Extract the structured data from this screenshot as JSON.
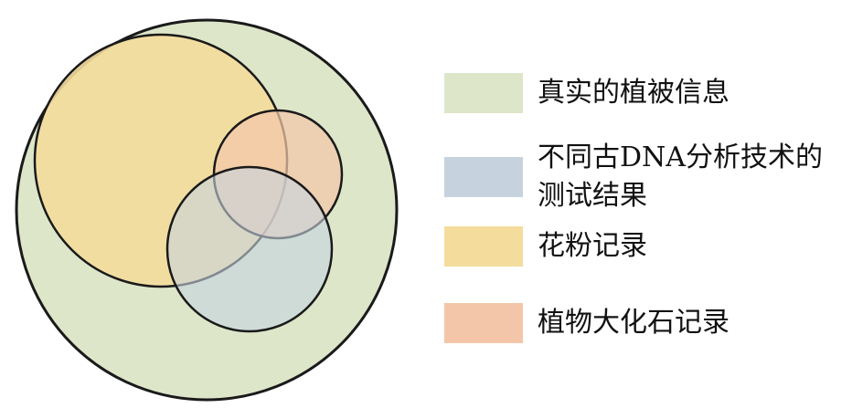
{
  "diagram": {
    "type": "venn",
    "sets": [
      {
        "label": "真实的植被信息",
        "color": "#dde6c9"
      },
      {
        "label": "不同古DNA分析技术的\n测试结果",
        "color": "#c6d3df"
      },
      {
        "label": "花粉记录",
        "color": "#f4dc9c"
      },
      {
        "label": "植物大化石记录",
        "color": "#f3c6a9"
      }
    ],
    "outline_color": "#1a1a1a"
  }
}
